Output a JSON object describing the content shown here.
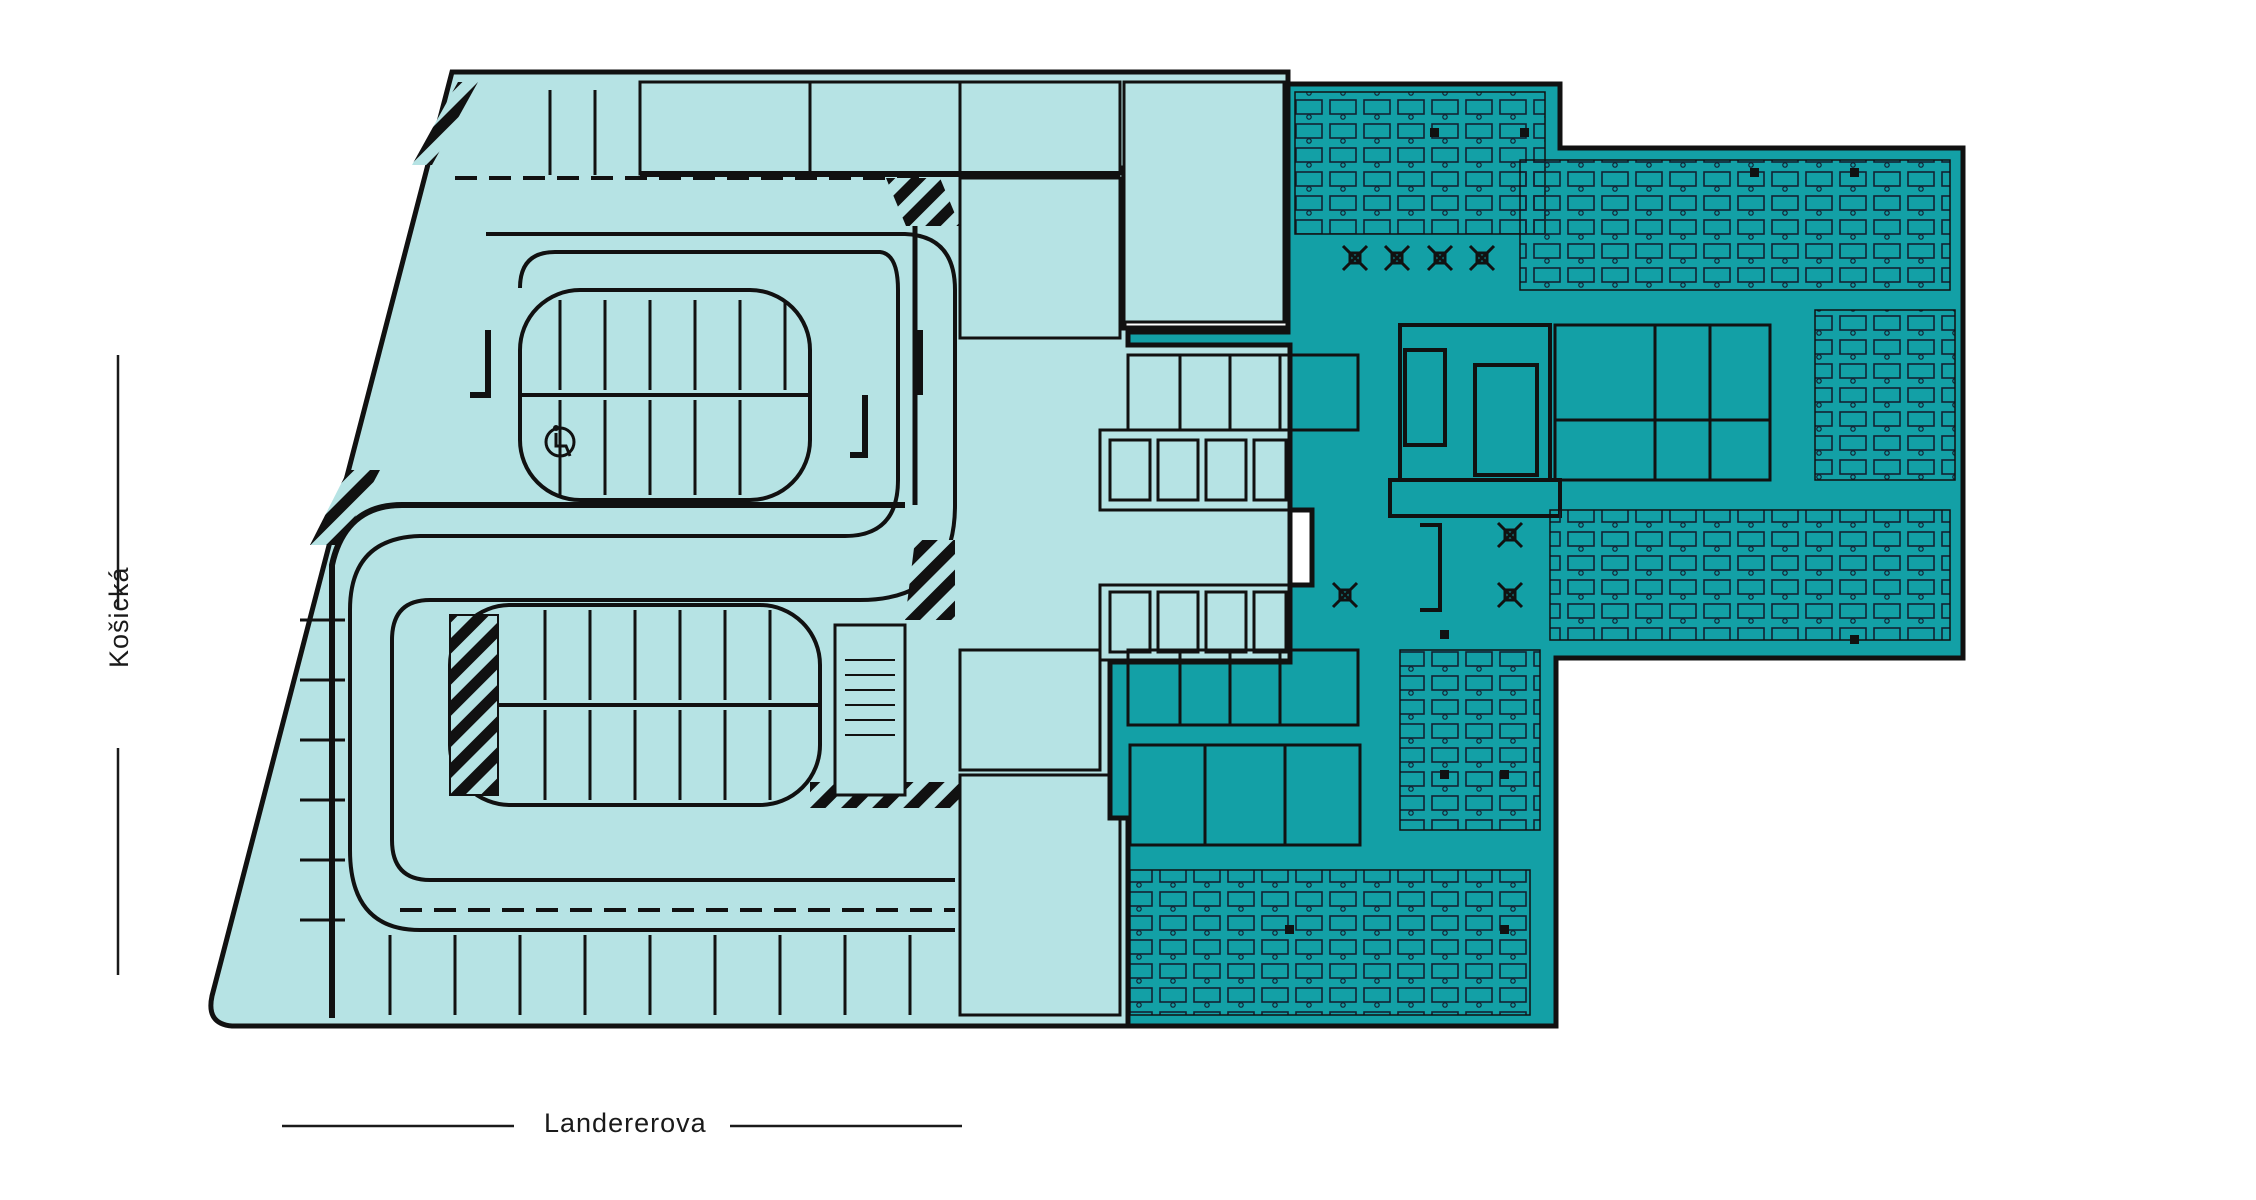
{
  "streets": {
    "bottom": "Landererova",
    "left": "Košická"
  },
  "colors": {
    "parking_fill": "#b6e3e4",
    "office_fill": "#13a0a6",
    "wall": "#111111",
    "line": "#1a1a1a",
    "hatch": "#111111",
    "background": "#ffffff"
  },
  "zones": [
    {
      "id": "parking-zone",
      "fill_key": "parking_fill"
    },
    {
      "id": "office-zone",
      "fill_key": "office_fill"
    }
  ]
}
